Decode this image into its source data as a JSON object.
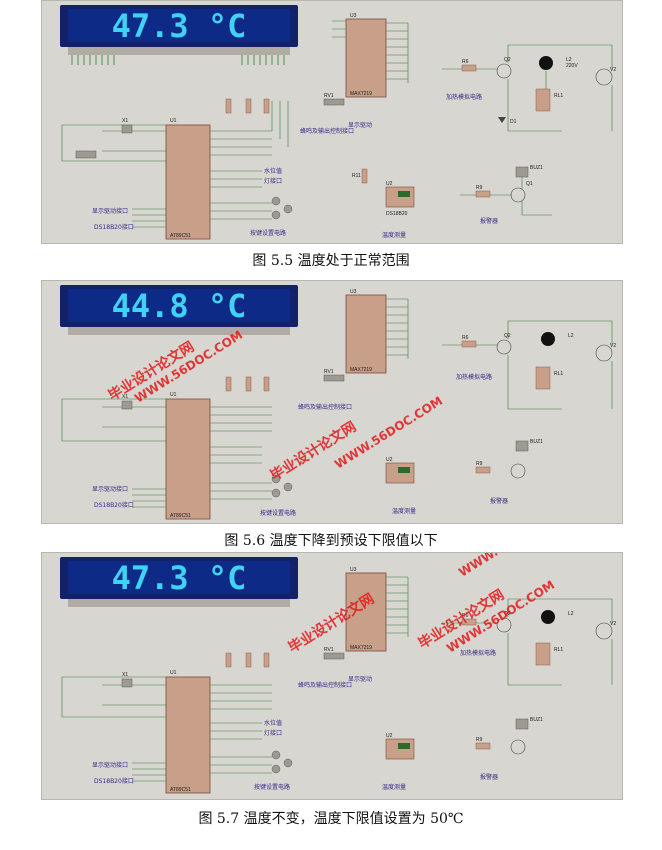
{
  "figures": [
    {
      "lcd": "47.3 °C",
      "caption": "图 5.5  温度处于正常范围",
      "watermark": false
    },
    {
      "lcd": "44.8 °C",
      "caption": "图 5.6  温度下降到预设下限值以下",
      "watermark": true
    },
    {
      "lcd": "47.3 °C",
      "caption": "图 5.7  温度不变，温度下限值设置为 50℃",
      "watermark": true
    }
  ],
  "circuit_labels": {
    "display_driver": "显示驱动",
    "heater_circuit": "加热模拟电路",
    "buzzer_output": "蜂鸣及输出控制接口",
    "buzzer": "报警器",
    "key_circuit": "按键设置电路",
    "temp_measure": "温度测量",
    "display_port": "显示驱动接口",
    "ds18b20_port": "DS18B20接口",
    "water_level": "水位值",
    "lamp_port": "灯接口",
    "mcu": "U1",
    "mcu_model": "AT89C51",
    "driver_chip": "U3",
    "driver_model": "MAX7219",
    "sensor": "U2",
    "sensor_model": "DS18B20",
    "relay": "RL1",
    "lamp": "L2",
    "source": "V2",
    "transistor_q2": "Q2",
    "transistor_q1": "Q1",
    "buzzer_ref": "BUZ1",
    "pot": "RV1",
    "r6": "R6",
    "r9": "R9",
    "r11": "R11",
    "d1": "D1",
    "crystal": "X1",
    "lamp_voltage": "220V"
  },
  "watermark": {
    "line1": "毕业设计论文网",
    "line2": "WWW.56DOC.COM"
  },
  "colors": {
    "lcd_bg": "#0d2a86",
    "lcd_text": "#3fd2f5",
    "panel_bg": "#d8d6d0",
    "wire": "#2f7d3a",
    "chip": "#c8a08a",
    "watermark": "#e21a1a"
  }
}
